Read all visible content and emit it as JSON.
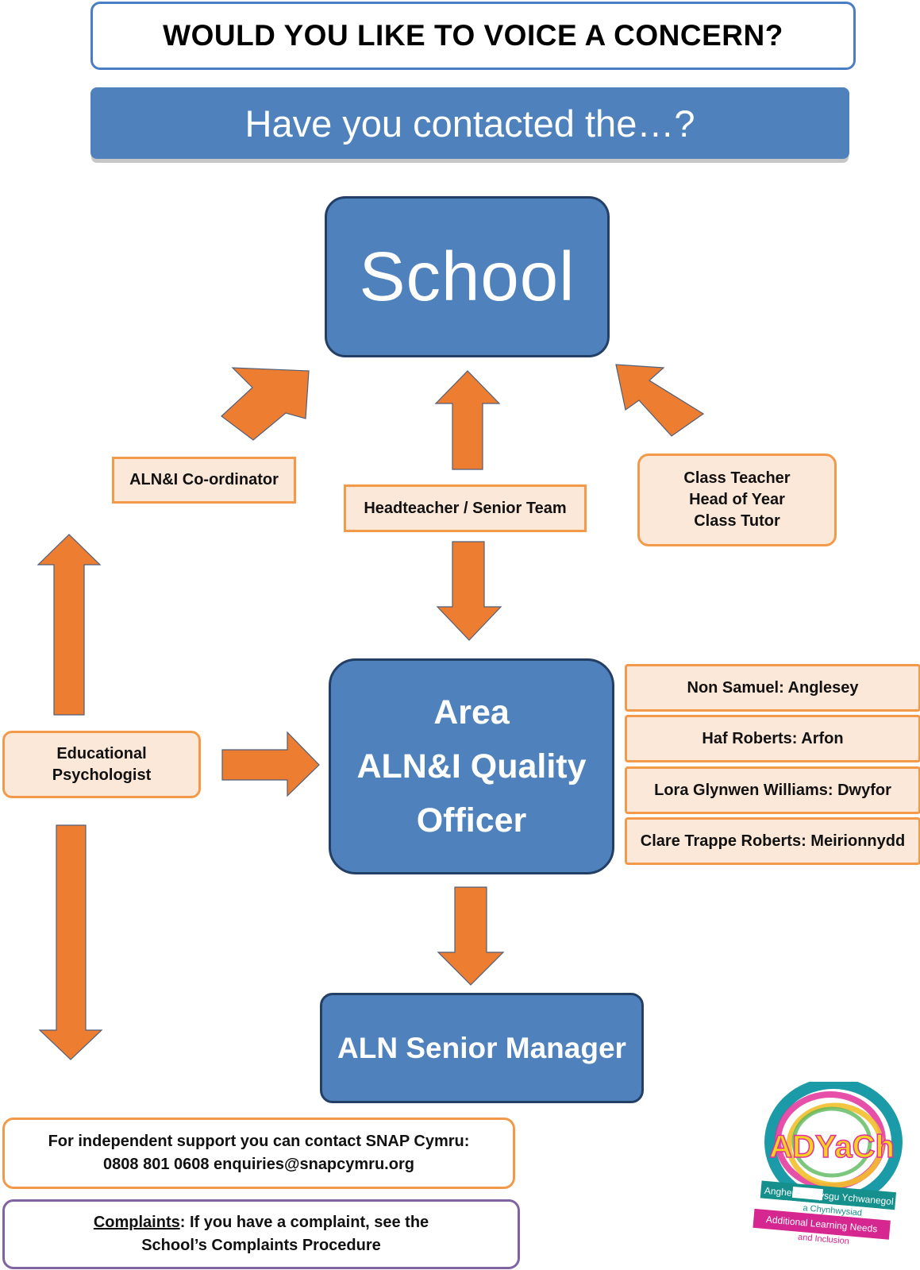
{
  "header": {
    "title": "WOULD YOU LIKE TO VOICE A CONCERN?",
    "subtitle": "Have you contacted the…?"
  },
  "nodes": {
    "school": "School",
    "area_officer": [
      "Area",
      "ALN&I Quality",
      "Officer"
    ],
    "senior_manager": "ALN Senior Manager",
    "alni_coordinator": "ALN&I Co-ordinator",
    "headteacher": "Headteacher / Senior Team",
    "class_teacher": [
      "Class Teacher",
      "Head of Year",
      "Class Tutor"
    ],
    "educational_psychologist": [
      "Educational",
      "Psychologist"
    ]
  },
  "officers": [
    "Non Samuel: Anglesey",
    "Haf Roberts: Arfon",
    "Lora Glynwen Williams: Dwyfor",
    "Clare Trappe Roberts: Meirionnydd"
  ],
  "support": {
    "line1": "For independent support you can contact SNAP Cymru:",
    "line2": "0808 801 0608 enquiries@snapcymru.org"
  },
  "complaints": {
    "label": "Complaints",
    "line1_rest": ": If you have a complaint, see the",
    "line2": "School’s Complaints Procedure"
  },
  "logo": {
    "name": "ADYaCh",
    "welsh_line1": "Anghenion Dysgu Ychwanegol",
    "welsh_line2": "a Chynhwysiad",
    "english_line1": "Additional Learning Needs",
    "english_line2": "and Inclusion"
  },
  "colors": {
    "blue": "#4f81bd",
    "dark_blue_border": "#233f66",
    "orange": "#ed7d31",
    "peach": "#fce8d9",
    "orange_border": "#f39a4a",
    "purple_border": "#8064a2"
  }
}
